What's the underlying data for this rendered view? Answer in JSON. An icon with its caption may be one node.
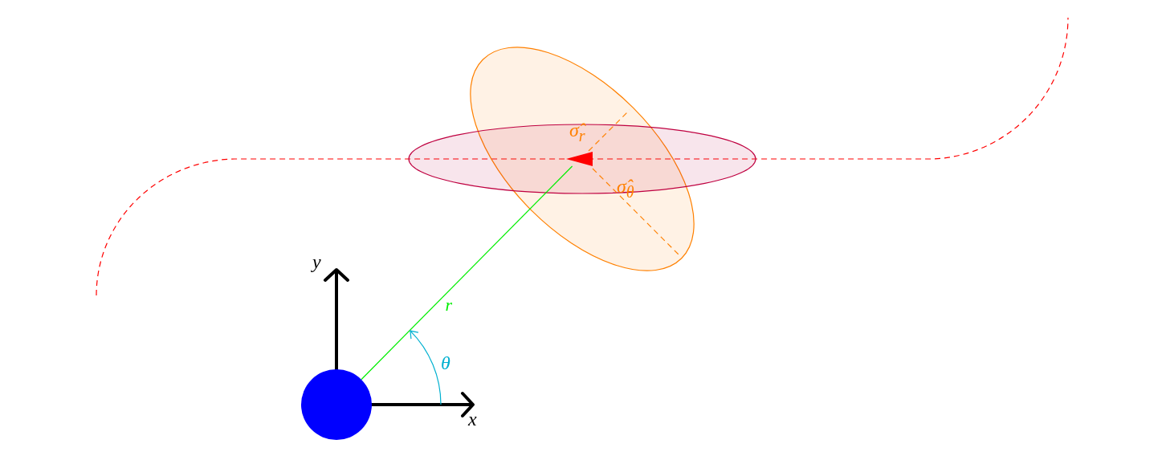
{
  "diagram": {
    "nodes": [
      {
        "text": [],
        "shape": "circle"
      },
      {
        "text": [],
        "shape": "triangle"
      }
    ],
    "edges": [
      {
        "from": 0,
        "to": 1,
        "arrow": "none",
        "label": "r",
        "color": "#00ee00"
      }
    ],
    "labels": [
      "σ̂$_{r}$",
      "σ̂$_{θ}$",
      "y",
      "θ",
      "x"
    ]
  }
}
